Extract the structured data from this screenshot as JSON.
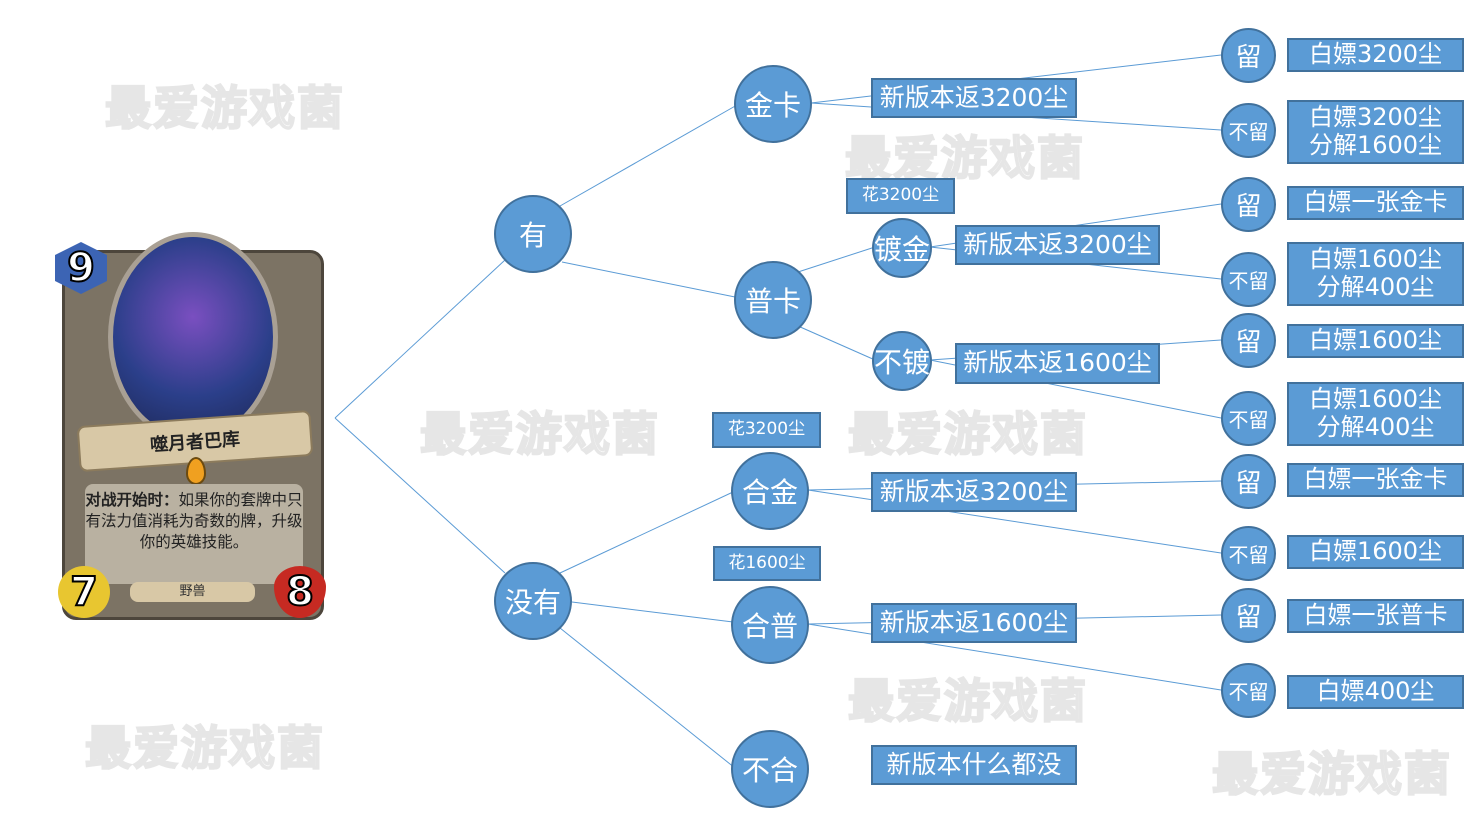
{
  "watermark": "最爱游戏菌",
  "card": {
    "name": "噬月者巴库",
    "cost": "9",
    "attack": "7",
    "health": "8",
    "race": "野兽",
    "text_bold": "对战开始时：",
    "text": "如果你的套牌中只有法力值消耗为奇数的牌，升级你的英雄技能。"
  },
  "nodes": {
    "have": "有",
    "have_not": "没有",
    "gold": "金卡",
    "normal": "普卡",
    "gild": "镀金",
    "no_gild": "不镀",
    "craft_gold": "合金",
    "craft_normal": "合普",
    "no_craft": "不合"
  },
  "costs": {
    "gild": "花3200尘",
    "craft_gold": "花3200尘",
    "craft_normal": "花1600尘"
  },
  "refunds": {
    "gold": "新版本返3200尘",
    "gild": "新版本返3200尘",
    "no_gild": "新版本返1600尘",
    "craft_gold": "新版本返3200尘",
    "craft_normal": "新版本返1600尘",
    "no_craft": "新版本什么都没"
  },
  "keep": "留",
  "discard": "不留",
  "outcomes": [
    [
      "白嫖3200尘"
    ],
    [
      "白嫖3200尘",
      "分解1600尘"
    ],
    [
      "白嫖一张金卡"
    ],
    [
      "白嫖1600尘",
      "分解400尘"
    ],
    [
      "白嫖1600尘"
    ],
    [
      "白嫖1600尘",
      "分解400尘"
    ],
    [
      "白嫖一张金卡"
    ],
    [
      "白嫖1600尘"
    ],
    [
      "白嫖一张普卡"
    ],
    [
      "白嫖400尘"
    ]
  ],
  "colors": {
    "node": "#5b9bd5",
    "border": "#41719c",
    "line": "#5b9bd5"
  }
}
